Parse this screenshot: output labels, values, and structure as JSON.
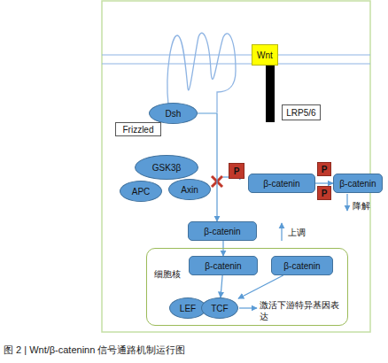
{
  "diagram": {
    "caption": "图 2 | Wnt/β-cateninn 信号通路机制运行图",
    "nodes": [
      {
        "text": [
          "Wnt"
        ]
      },
      {
        "text": [
          "LRP5/6"
        ]
      },
      {
        "text": [
          "Dsh"
        ]
      },
      {
        "text": [
          "Frizzled"
        ]
      },
      {
        "text": [
          "GSK3β"
        ]
      },
      {
        "text": [
          "APC"
        ]
      },
      {
        "text": [
          "Axin"
        ]
      },
      {
        "text": [
          "P"
        ]
      },
      {
        "text": [
          "β-catenin"
        ]
      },
      {
        "text": [
          "P"
        ]
      },
      {
        "text": [
          "P"
        ]
      },
      {
        "text": [
          "β-catenin"
        ]
      },
      {
        "text": [
          "β-catenin"
        ]
      },
      {
        "text": [
          "细胞核"
        ]
      },
      {
        "text": [
          "β-catenin"
        ],
        "in": 13
      },
      {
        "text": [
          "β-catenin"
        ],
        "in": 13
      },
      {
        "text": [
          "LEF"
        ],
        "in": 13
      },
      {
        "text": [
          "TCF"
        ],
        "in": 13
      }
    ],
    "edges": [
      {
        "from": 2,
        "to": 12,
        "arrow": "to"
      },
      {
        "from": 8,
        "to": 11,
        "arrow": "to"
      },
      {
        "from": 12,
        "to": 14,
        "arrow": "to"
      },
      {
        "from": 14,
        "to": 17,
        "arrow": "to"
      },
      {
        "from": 15,
        "to": 17,
        "arrow": "to"
      }
    ],
    "labels": [
      "降解",
      "上调",
      "激活下游特异基因表达"
    ]
  }
}
